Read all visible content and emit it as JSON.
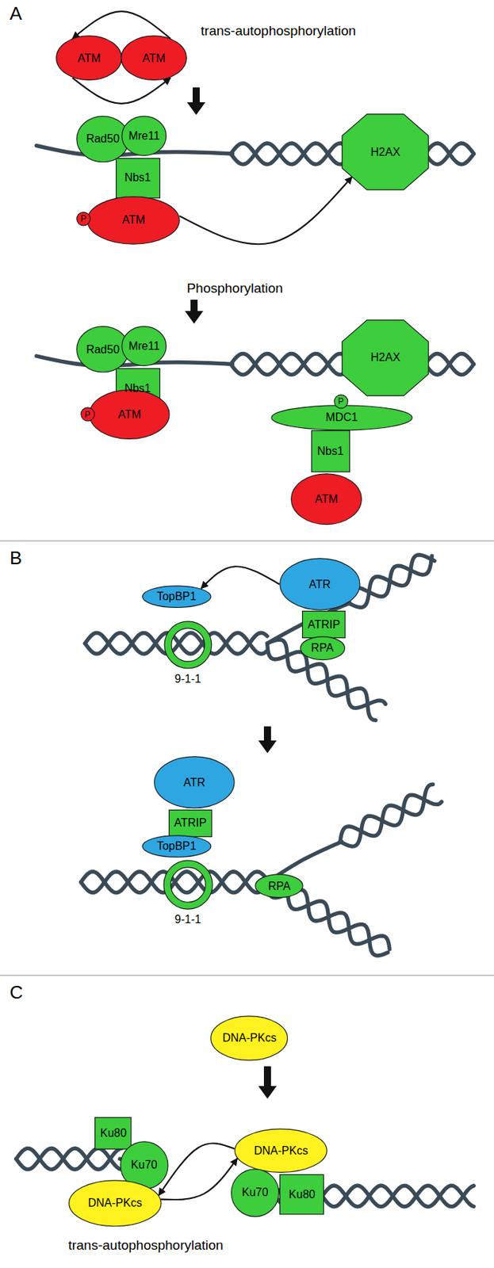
{
  "diagram": {
    "nodes": [
      {
        "text": [
          "ATM"
        ]
      },
      {
        "text": [
          "ATM"
        ]
      },
      {
        "text": [
          "Rad50"
        ]
      },
      {
        "text": [
          "Mre11"
        ]
      },
      {
        "text": [
          "Nbs1"
        ]
      },
      {
        "text": [
          "P"
        ]
      },
      {
        "text": [
          "ATM"
        ]
      },
      {
        "text": [
          "H2AX"
        ]
      },
      {
        "text": [
          "Rad50"
        ]
      },
      {
        "text": [
          "Mre11"
        ]
      },
      {
        "text": [
          "Nbs1"
        ]
      },
      {
        "text": [
          "P"
        ]
      },
      {
        "text": [
          "ATM"
        ]
      },
      {
        "text": [
          "H2AX"
        ]
      },
      {
        "text": [
          "P"
        ]
      },
      {
        "text": [
          "MDC1"
        ]
      },
      {
        "text": [
          "Nbs1"
        ]
      },
      {
        "text": [
          "ATM"
        ]
      },
      {
        "text": [
          "ATR"
        ]
      },
      {
        "text": [
          "TopBP1"
        ]
      },
      {
        "text": [
          "ATRIP"
        ]
      },
      {
        "text": [
          "RPA"
        ]
      },
      {
        "text": [
          "9-1-1"
        ]
      },
      {
        "text": [
          "ATR"
        ]
      },
      {
        "text": [
          "ATRIP"
        ]
      },
      {
        "text": [
          "TopBP1"
        ]
      },
      {
        "text": [
          "9-1-1"
        ]
      },
      {
        "text": [
          "RPA"
        ]
      },
      {
        "text": [
          "DNA-PKcs"
        ]
      },
      {
        "text": [
          "Ku80"
        ]
      },
      {
        "text": [
          "Ku70"
        ]
      },
      {
        "text": [
          "DNA-PKcs"
        ]
      },
      {
        "text": [
          "DNA-PKcs"
        ]
      },
      {
        "text": [
          "Ku70"
        ]
      },
      {
        "text": [
          "Ku80"
        ]
      }
    ],
    "edges": [
      {
        "from": 1,
        "to": 0,
        "arrow": "to"
      },
      {
        "from": 0,
        "to": 1,
        "arrow": "to"
      },
      {
        "from": 6,
        "to": 7,
        "arrow": "to"
      },
      {
        "from": 18,
        "to": 19,
        "arrow": "to"
      },
      {
        "from": 31,
        "to": 32,
        "arrow": "to"
      },
      {
        "from": 32,
        "to": 31,
        "arrow": "to"
      }
    ],
    "labels": [
      "A",
      "trans-autophosphorylation",
      "Phosphorylation",
      "B",
      "C",
      "trans-autophosphorylation"
    ]
  }
}
